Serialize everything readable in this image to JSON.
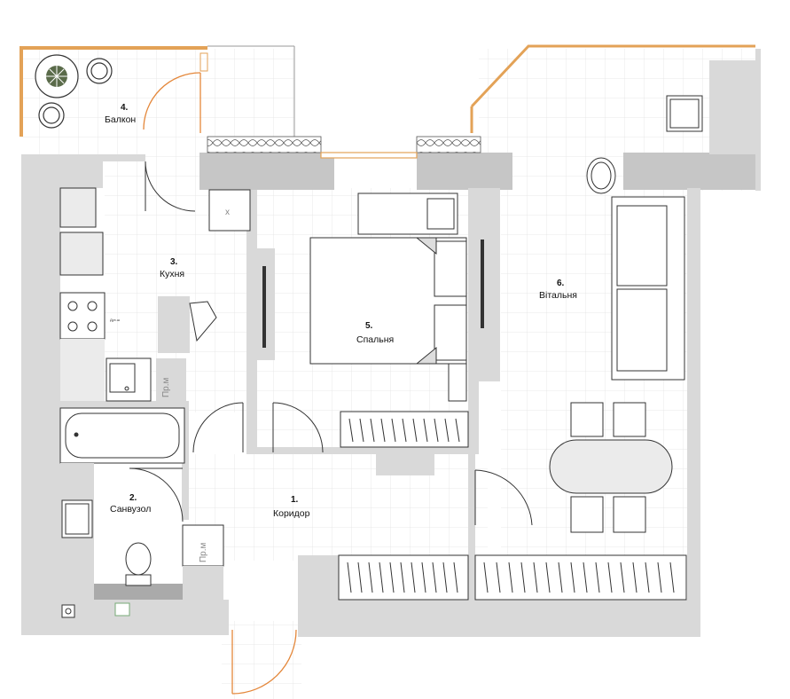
{
  "plan": {
    "rooms": [
      {
        "id": "corridor",
        "number": "1.",
        "name": "Коридор"
      },
      {
        "id": "bathroom",
        "number": "2.",
        "name": "Санвузол"
      },
      {
        "id": "kitchen",
        "number": "3.",
        "name": "Кухня"
      },
      {
        "id": "balcony",
        "number": "4.",
        "name": "Балкон"
      },
      {
        "id": "bedroom",
        "number": "5.",
        "name": "Спальня"
      },
      {
        "id": "living",
        "number": "6.",
        "name": "Вітальня"
      }
    ],
    "appliances": {
      "fridge_kitchen": "Пр.м",
      "washer_bath": "Пр.м",
      "kitchen_note": "Дух.ш"
    },
    "colors": {
      "wall": "#d9d9d9",
      "wall_dark": "#c6c6c6",
      "grid": "#e3e3e3",
      "window": "#e3a257",
      "door": "#e4873a",
      "line": "#333333",
      "furniture_fill": "#ebebeb"
    }
  }
}
